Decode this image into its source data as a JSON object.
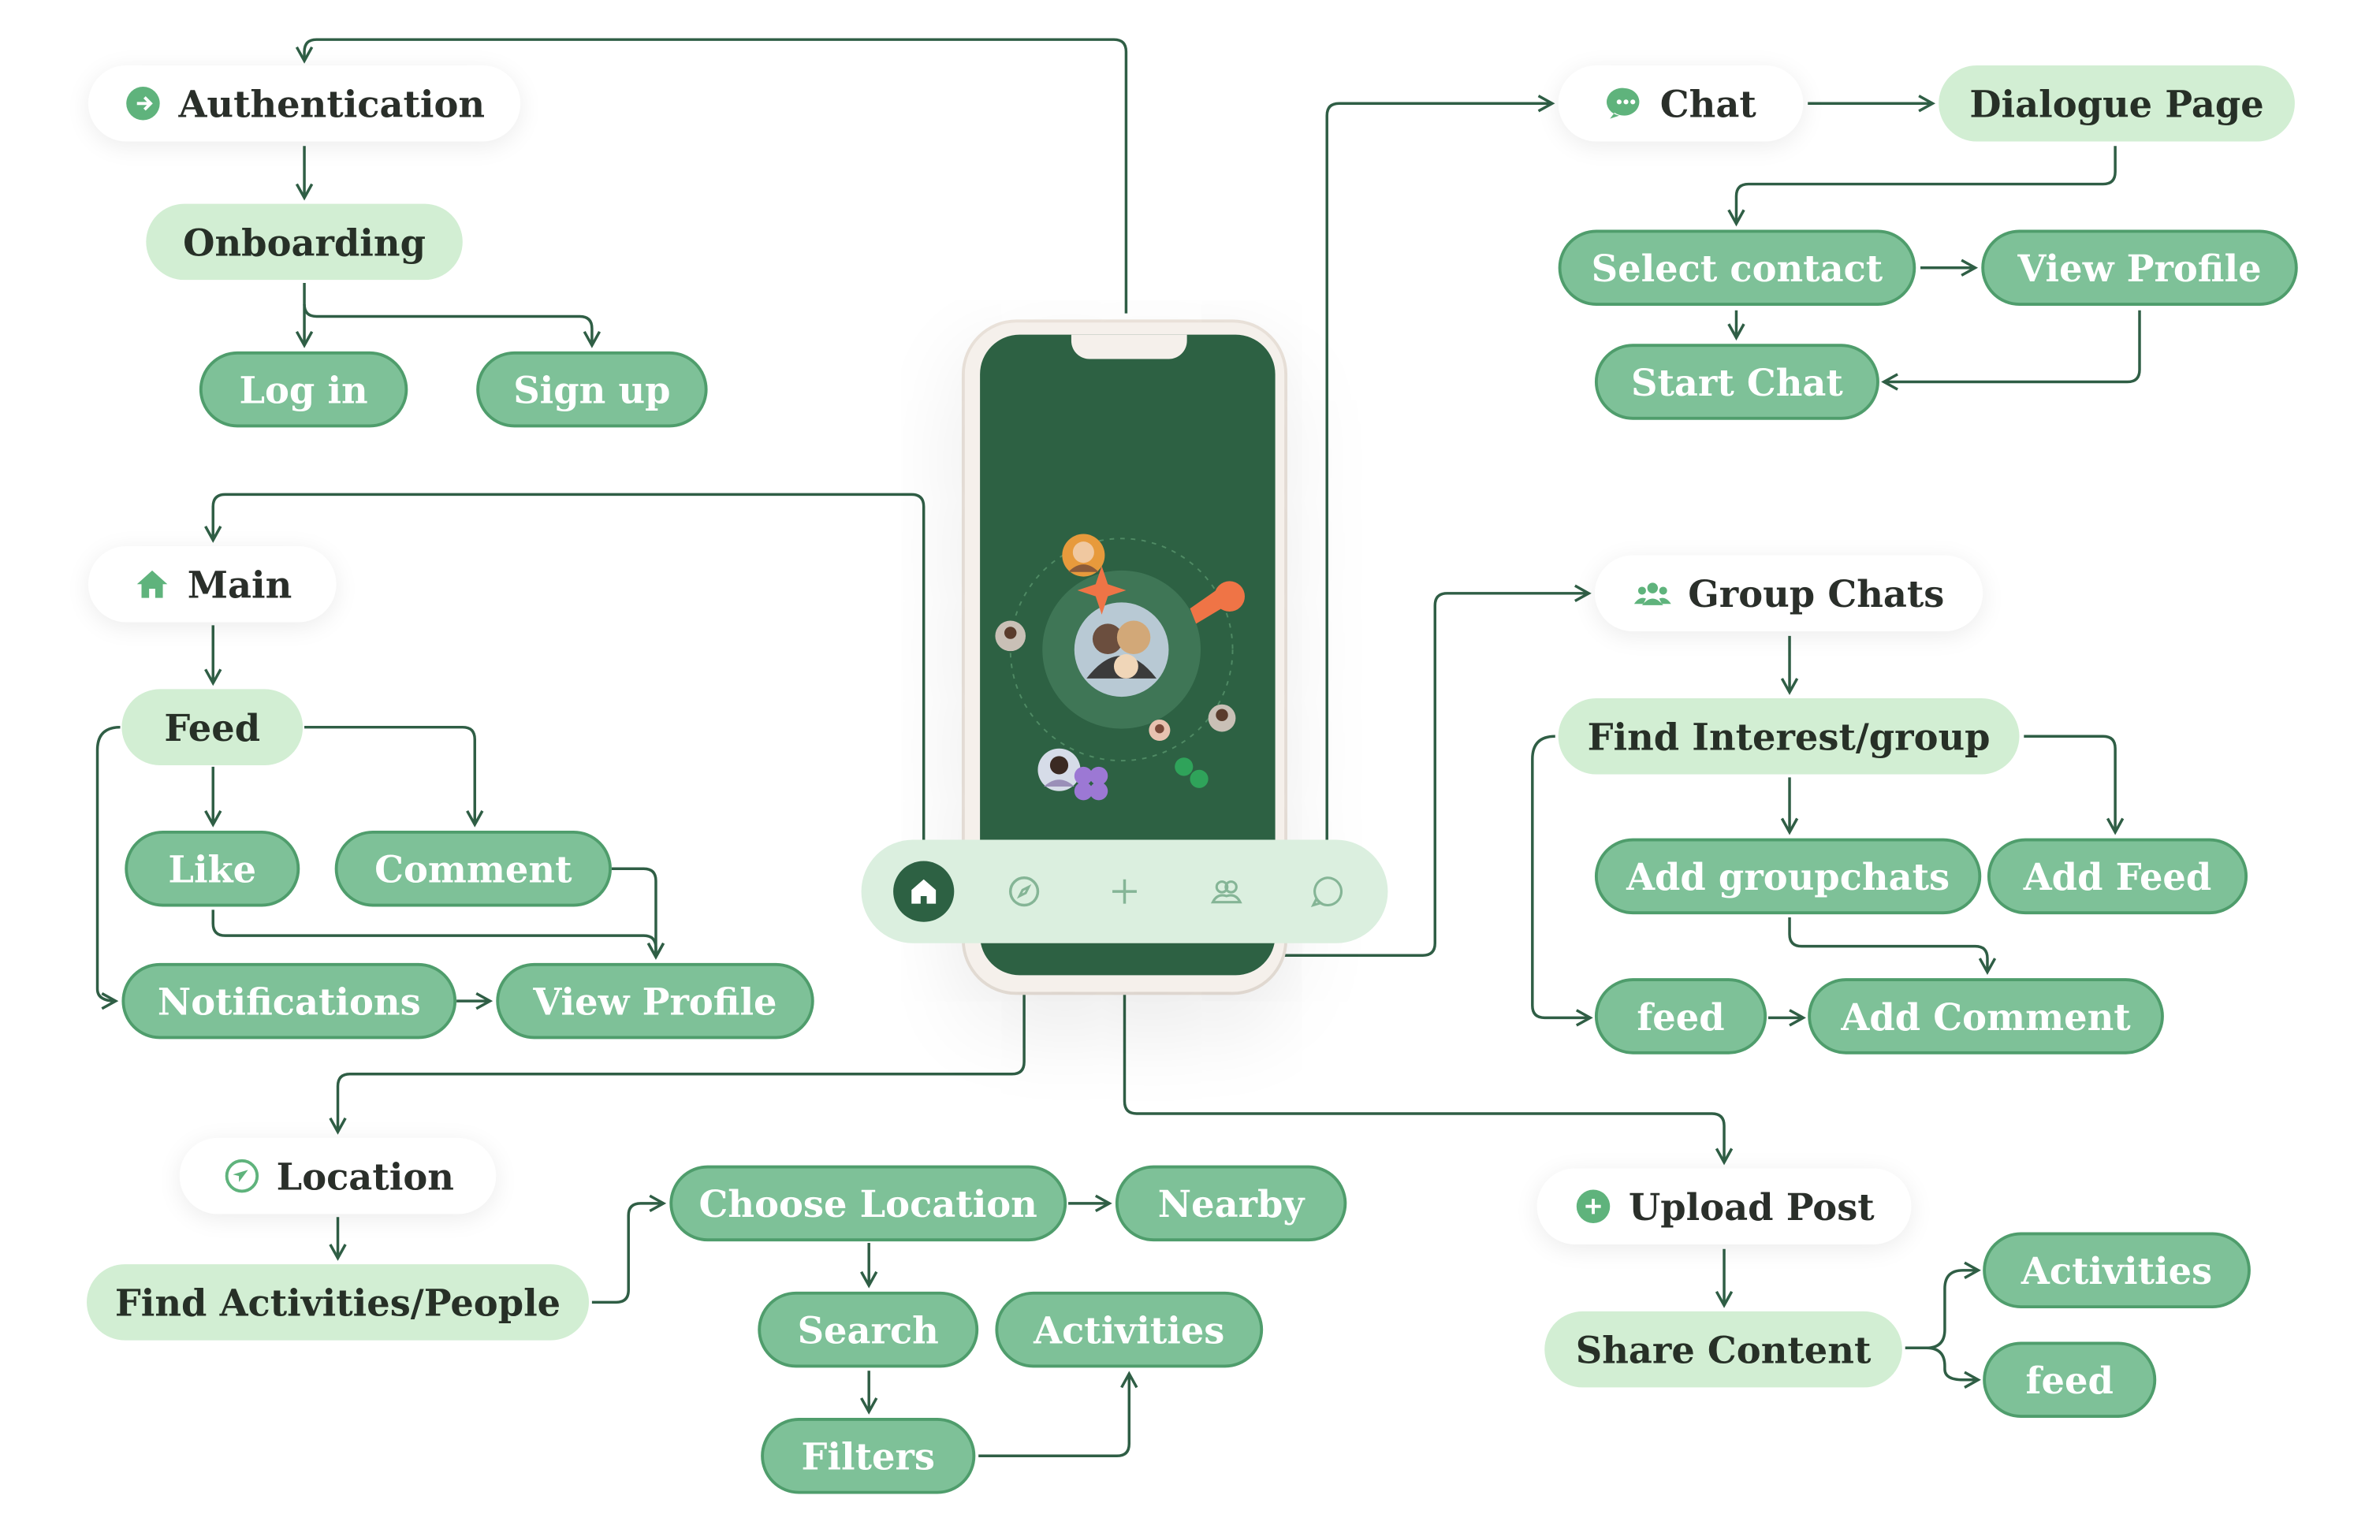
{
  "colors": {
    "line": "#2f5e45",
    "node_light": "#d2eed3",
    "node_green": "#7ec198",
    "phone_screen": "#2d6143",
    "accent_orange": "#ef7446",
    "accent_purple": "#9c78d4"
  },
  "nodes": {
    "authentication": "Authentication",
    "onboarding": "Onboarding",
    "log_in": "Log in",
    "sign_up": "Sign up",
    "main": "Main",
    "feed": "Feed",
    "like": "Like",
    "comment": "Comment",
    "notifications": "Notifications",
    "view_profile_main": "View Profile",
    "location": "Location",
    "find_activities_people": "Find Activities/People",
    "choose_location": "Choose Location",
    "nearby": "Nearby",
    "search": "Search",
    "activities_location": "Activities",
    "filters": "Filters",
    "chat": "Chat",
    "dialogue_page": "Dialogue Page",
    "select_contact": "Select contact",
    "view_profile_chat": "View Profile",
    "start_chat": "Start Chat",
    "group_chats": "Group Chats",
    "find_interest_group": "Find Interest/group",
    "add_groupchats": "Add groupchats",
    "add_feed": "Add Feed",
    "feed_group": "feed",
    "add_comment": "Add Comment",
    "upload_post": "Upload Post",
    "share_content": "Share Content",
    "activities_upload": "Activities",
    "feed_upload": "feed"
  },
  "icons": {
    "authentication": "login-icon",
    "main": "home-icon",
    "location": "location-arrow-icon",
    "chat": "chat-bubble-icon",
    "group_chats": "people-group-icon",
    "upload_post": "plus-circle-icon"
  },
  "tabbar": {
    "active_tab": "home",
    "tabs": [
      "home-icon",
      "compass-icon",
      "plus-icon",
      "people-icon",
      "chat-icon"
    ]
  }
}
